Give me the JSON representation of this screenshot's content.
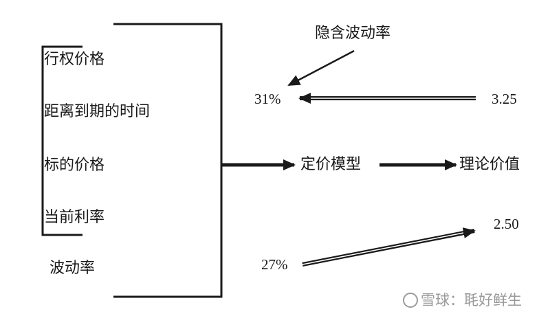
{
  "inputs": [
    "行权价格",
    "距离到期的时间",
    "标的价格",
    "当前利率",
    "波动率"
  ],
  "model": "定价模型",
  "theoretical_value": "理论价值",
  "implied_vol_label": "隐含波动率",
  "implied_vol_value": "31%",
  "market_price": "3.25",
  "input_vol_value": "27%",
  "model_price": "2.50",
  "watermark": "雪球：毦好鲜生"
}
